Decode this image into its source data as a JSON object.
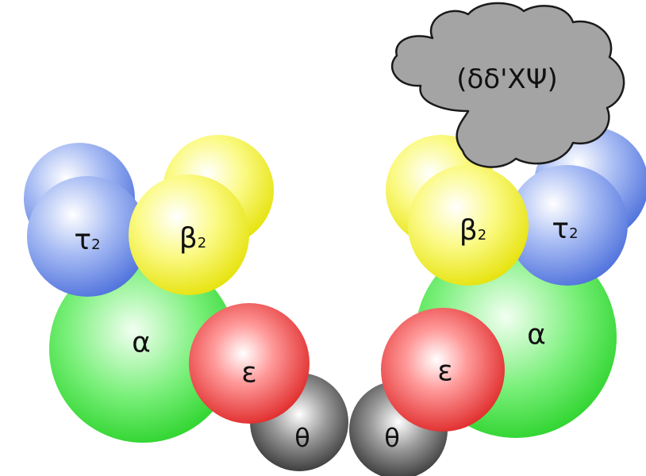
{
  "subunits": {
    "tau": {
      "symbol": "τ",
      "subscript": "2"
    },
    "beta": {
      "symbol": "β",
      "subscript": "2"
    },
    "alpha": {
      "symbol": "α"
    },
    "epsilon": {
      "symbol": "ε"
    },
    "theta": {
      "symbol": "θ"
    }
  },
  "clamp_loader_label": "(δδ'ΧΨ)",
  "colors": {
    "tau": "#7e9ae8",
    "beta": "#f2f014",
    "alpha": "#2fe02f",
    "epsilon": "#e21a1a",
    "theta": "#2a2a2a",
    "cloud": "#a3a3a3"
  }
}
